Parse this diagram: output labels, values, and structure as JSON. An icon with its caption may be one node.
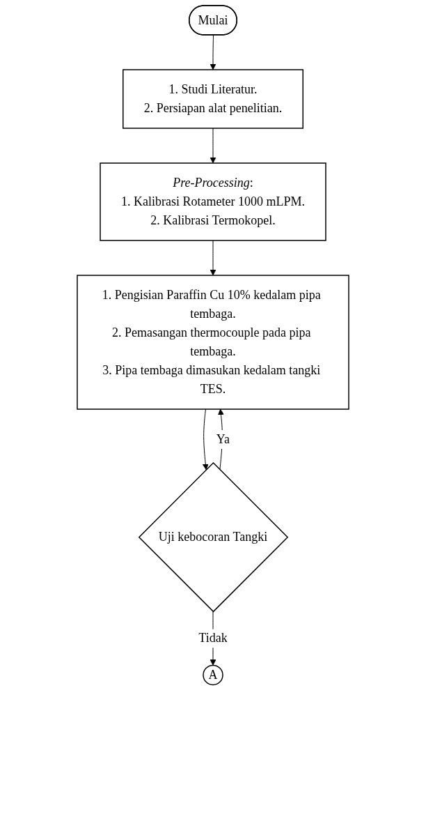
{
  "diagram": {
    "nodes": [
      {
        "text": [
          "Mulai"
        ]
      },
      {
        "text": [
          "1. Studi Literatur.",
          "2. Persiapan alat penelitian."
        ]
      },
      {
        "text": [
          "*Pre-Processing*:",
          "1. Kalibrasi Rotameter 1000 mLPM.",
          "2. Kalibrasi Termokopel."
        ]
      },
      {
        "text": [
          "1. Pengisian Paraffin Cu 10% kedalam pipa tembaga.",
          "2. Pemasangan thermocouple pada pipa tembaga.",
          "3. Pipa tembaga dimasukan kedalam tangki TES."
        ]
      },
      {
        "text": [
          "Uji kebocoran Tangki"
        ]
      },
      {
        "text": [
          "A"
        ]
      }
    ],
    "edges": [
      {
        "from": 0,
        "to": 1,
        "arrow": "to"
      },
      {
        "from": 1,
        "to": 2,
        "arrow": "to"
      },
      {
        "from": 2,
        "to": 3,
        "arrow": "to"
      },
      {
        "from": 3,
        "to": 4,
        "arrow": "to"
      },
      {
        "from": 4,
        "to": 3,
        "arrow": "to",
        "label": "Ya"
      },
      {
        "from": 4,
        "to": 5,
        "arrow": "to",
        "label": "Tidak"
      }
    ]
  }
}
